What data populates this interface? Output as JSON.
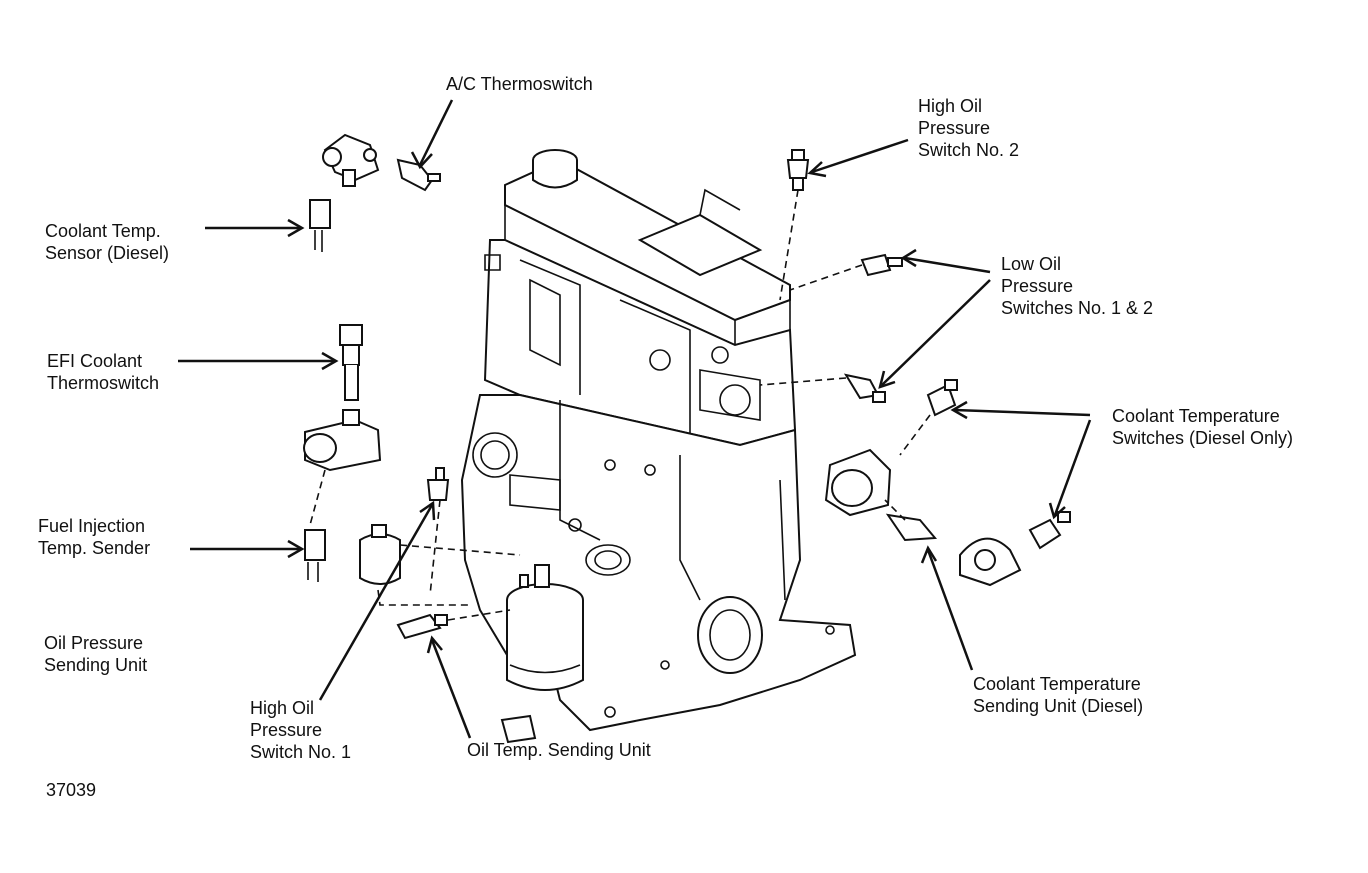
{
  "labels": {
    "ac_thermoswitch": "A/C Thermoswitch",
    "high_oil_sw2": [
      "High Oil",
      "Pressure",
      "Switch No. 2"
    ],
    "coolant_temp_sensor": [
      "Coolant Temp.",
      "Sensor (Diesel)"
    ],
    "low_oil_sw": [
      "Low Oil",
      "Pressure",
      "Switches No. 1 & 2"
    ],
    "efi_coolant": [
      "EFI Coolant",
      "Thermoswitch"
    ],
    "coolant_temp_switches": [
      "Coolant Temperature",
      "Switches (Diesel Only)"
    ],
    "fuel_inj_sender": [
      "Fuel Injection",
      "Temp. Sender"
    ],
    "oil_press_sending": [
      "Oil Pressure",
      "Sending Unit"
    ],
    "coolant_temp_sending": [
      "Coolant Temperature",
      "Sending Unit (Diesel)"
    ],
    "high_oil_sw1": [
      "High Oil",
      "Pressure",
      "Switch No. 1"
    ],
    "oil_temp_sending": "Oil Temp. Sending Unit",
    "figure_number": "37039"
  }
}
